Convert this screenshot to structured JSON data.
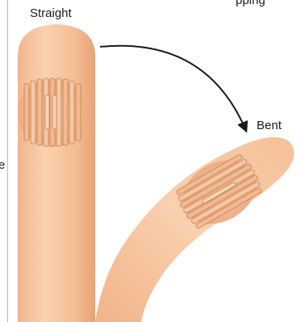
{
  "diagram": {
    "labels": {
      "straight": "Straight",
      "bent": "Bent",
      "partial_left": "e",
      "partial_top": "pping"
    },
    "colors": {
      "background": "#ffffff",
      "skin_light": "#f8c8a2",
      "skin_mid": "#eeaa7e",
      "skin_dark": "#d98b5f",
      "microtubule": "#f2b992",
      "microtubule_stroke": "#c57f52",
      "arrow": "#1a1a1a",
      "divider": "#b9b9b9"
    }
  }
}
